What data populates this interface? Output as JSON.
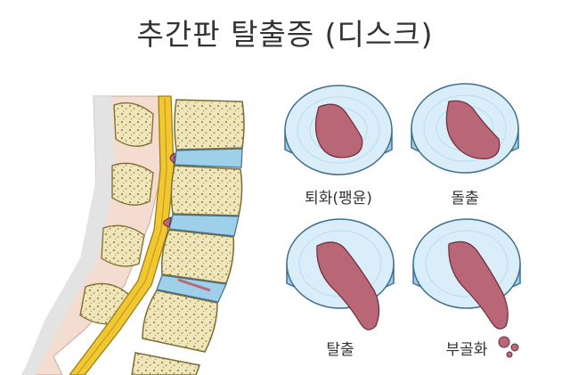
{
  "title": "추간판 탈출증 (디스크)",
  "stages": [
    {
      "label": "퇴화(팽윤)"
    },
    {
      "label": "돌출"
    },
    {
      "label": "탈출"
    },
    {
      "label": "부골화"
    }
  ],
  "colors": {
    "disc_top": "#d9eef8",
    "disc_side": "#9fd0ea",
    "disc_outline": "#3f6f8f",
    "nucleus": "#b96676",
    "nucleus_outline": "#6b2c3b",
    "bone": "#efe6bc",
    "bone_pores": "#9a8a44",
    "spinal_cord": "#f1c732",
    "tissue": "#f4dcd0",
    "skin_shadow": "#d8d8d8"
  }
}
